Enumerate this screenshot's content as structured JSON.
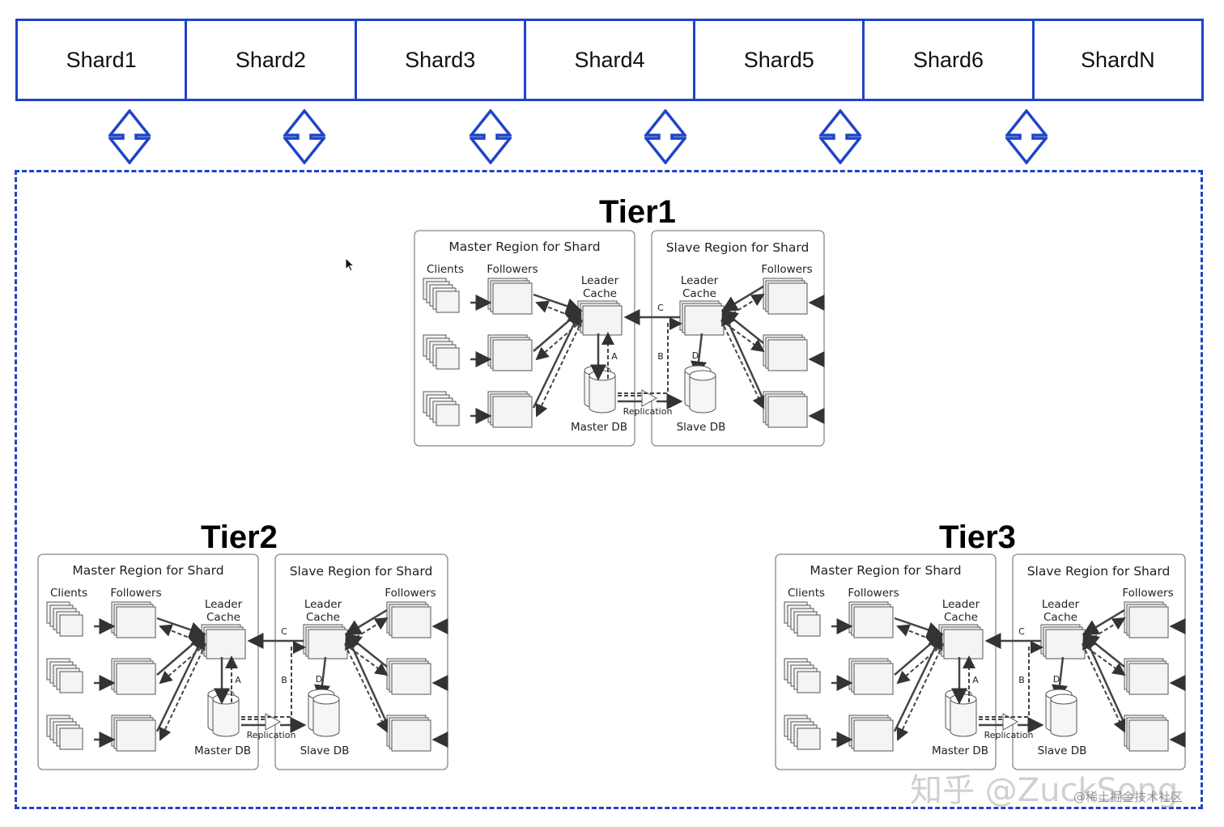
{
  "shards": [
    "Shard1",
    "Shard2",
    "Shard3",
    "Shard4",
    "Shard5",
    "Shard6",
    "ShardN"
  ],
  "tiers": [
    {
      "title": "Tier1"
    },
    {
      "title": "Tier2"
    },
    {
      "title": "Tier3"
    }
  ],
  "region": {
    "master_title": "Master Region for Shard",
    "slave_title": "Slave Region for Shard",
    "clients": "Clients",
    "followers": "Followers",
    "leader": "Leader",
    "cache": "Cache",
    "master_db": "Master DB",
    "slave_db": "Slave DB",
    "replication": "Replication",
    "label_a": "A",
    "label_b": "B",
    "label_c": "C",
    "label_d": "D"
  },
  "watermark": {
    "main": "知乎 @ZuckSong",
    "sub": "@稀土掘金技术社区"
  },
  "colors": {
    "accent": "#1f44c8"
  }
}
